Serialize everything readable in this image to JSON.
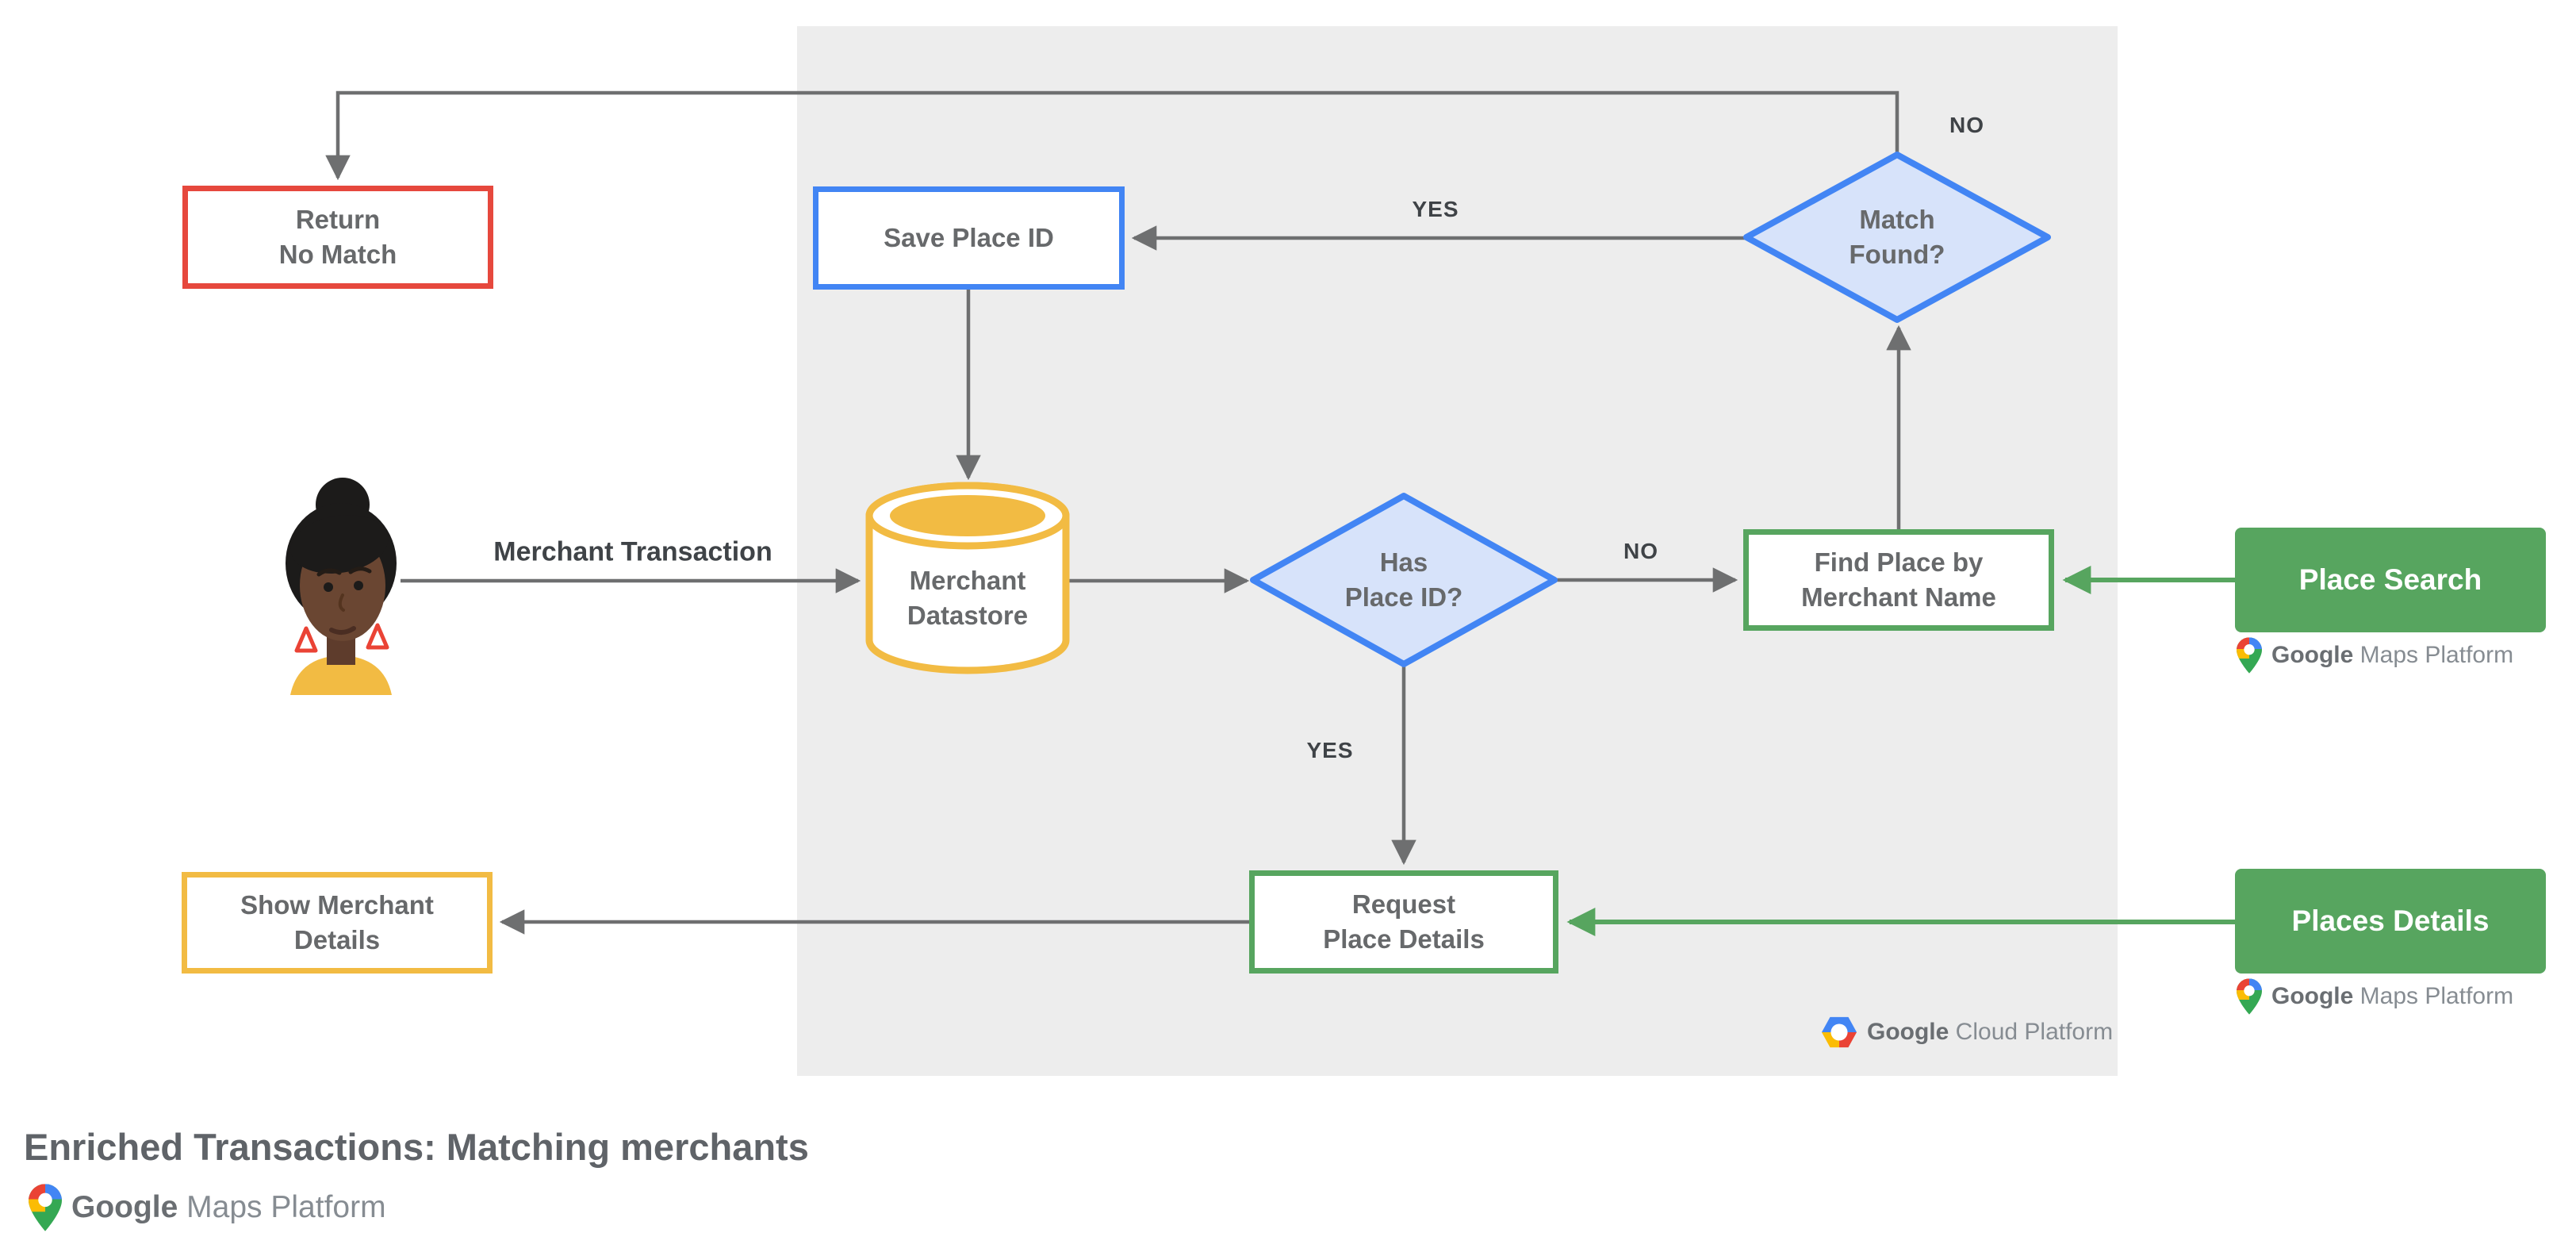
{
  "title": {
    "text": "Enriched Transactions: Matching merchants"
  },
  "nodes": {
    "return_no_match": {
      "line1": "Return",
      "line2": "No Match"
    },
    "save_place_id": {
      "label": "Save Place ID"
    },
    "match_found": {
      "line1": "Match",
      "line2": "Found?"
    },
    "merchant_datastore": {
      "line1": "Merchant",
      "line2": "Datastore"
    },
    "has_place_id": {
      "line1": "Has",
      "line2": "Place ID?"
    },
    "find_place": {
      "line1": "Find Place by",
      "line2": "Merchant Name"
    },
    "request_place_details": {
      "line1": "Request",
      "line2": "Place Details"
    },
    "show_merchant_details": {
      "line1": "Show Merchant",
      "line2": "Details"
    },
    "place_search": {
      "label": "Place Search"
    },
    "places_details": {
      "label": "Places Details"
    }
  },
  "edge_labels": {
    "match_found_no": "NO",
    "match_found_yes": "YES",
    "has_place_id_no": "NO",
    "has_place_id_yes": "YES",
    "merchant_transaction": "Merchant Transaction"
  },
  "logos": {
    "google_maps_platform": {
      "google": "Google",
      "product": " Maps Platform"
    },
    "google_cloud_platform": {
      "google": "Google",
      "product": " Cloud Platform"
    }
  },
  "colors": {
    "red": "#E6483D",
    "blue": "#4285F4",
    "blue_fill": "#D7E3FA",
    "yellow": "#F2BB43",
    "green": "#57A55F",
    "line": "#6E6F70",
    "panel": "#EDEDED",
    "text": "#67696B",
    "label": "#3F4347",
    "title": "#5F6368",
    "logo_dark": "#6A6E72",
    "logo_light": "#868C92",
    "pin_red": "#EA4335",
    "pin_blue": "#4285F4",
    "pin_yellow": "#FBBC04",
    "pin_green": "#34A853",
    "skin": "#6A4632",
    "hair": "#1C1B1A"
  }
}
